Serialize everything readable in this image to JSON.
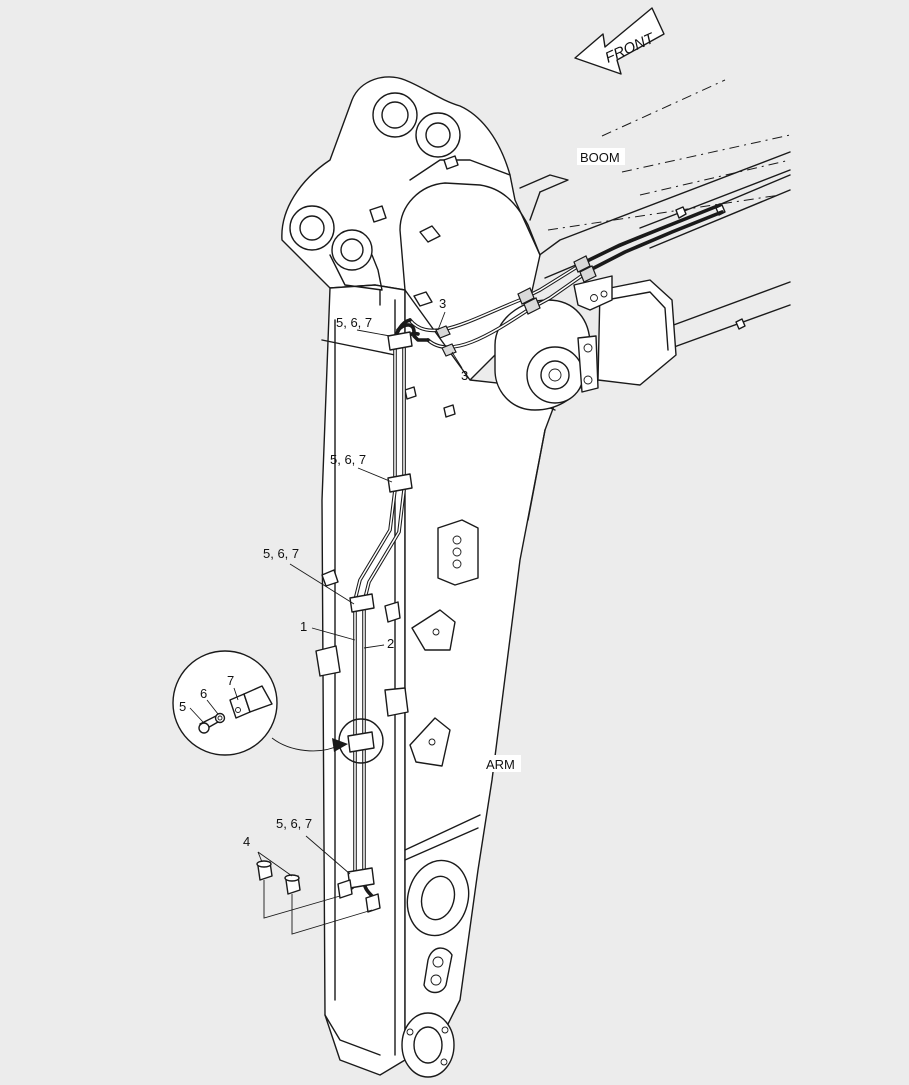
{
  "labels": {
    "front": "FRONT",
    "boom": "BOOM",
    "arm": "ARM"
  },
  "callouts": {
    "c567_top": "5, 6, 7",
    "c567_mid": "5, 6, 7",
    "c567_low": "5, 6, 7",
    "c567_bottom": "5, 6, 7",
    "c3_upper": "3",
    "c3_lower": "3",
    "c1": "1",
    "c2": "2",
    "c4": "4",
    "c5": "5",
    "c6": "6",
    "c7": "7"
  }
}
